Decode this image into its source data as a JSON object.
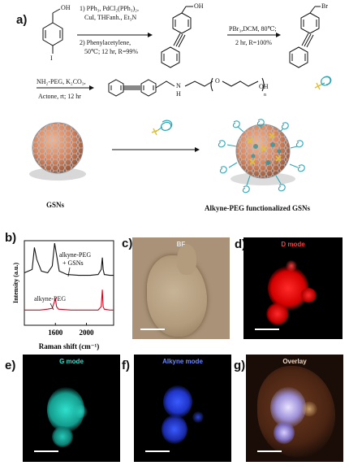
{
  "figure": {
    "panels": {
      "a": "a)",
      "b": "b)",
      "c": "c)",
      "d": "d)",
      "e": "e)",
      "f": "f)",
      "g": "g)"
    },
    "scheme": {
      "step1": [
        "1) PPh₃, PdCl₂(PPh₃)₂,",
        "CuI, THFanh., Et₃N",
        "2) Phenylacetylene,",
        "50℃; 12 hr, R=99%"
      ],
      "step2": [
        "PBr₃,DCM, 80℃;",
        "2 hr, R=100%"
      ],
      "step3": [
        "NH₂-PEG, K₂CO₃,",
        "Actone, rt; 12 hr"
      ],
      "atoms": {
        "oh1": "OH",
        "iodine": "I",
        "br": "Br",
        "n": "N",
        "h": "H",
        "o": "O",
        "oh2": "OH",
        "sub_n": "n"
      }
    },
    "nanoparticles": {
      "left_label": "GSNs",
      "right_label": "Alkyne-PEG functionalized GSNs"
    },
    "micrographs": {
      "c_title": "BF",
      "d_title": "D mode",
      "e_title": "G mode",
      "f_title": "Alkyne mode",
      "g_title": "Overlay"
    },
    "colors": {
      "gsn_core": "#d9865e",
      "gsn_shell": "#9aa2ad",
      "peg_coil": "#2aa6b3",
      "alkyne_star": "#e0c23a",
      "d_mode": "#ff1f1f",
      "g_mode": "#21c9b8",
      "alkyne_mode": "#2545ff",
      "black_trace": "#111111",
      "red_trace": "#e3001b"
    }
  },
  "chart_data": {
    "type": "line",
    "xlabel": "Raman shift (cm⁻¹)",
    "ylabel": "Intensity (a.u.)",
    "xticks": [
      "1600",
      "2000"
    ],
    "xlim": [
      1200,
      2350
    ],
    "annotations": [
      "alkyne-PEG\n+ GSNs",
      "alkyne-PEG"
    ],
    "series": [
      {
        "name": "alkyne-PEG + GSNs",
        "color": "#111111",
        "x": [
          1200,
          1300,
          1330,
          1360,
          1420,
          1500,
          1560,
          1590,
          1610,
          1650,
          1750,
          1900,
          2050,
          2150,
          2190,
          2205,
          2215,
          2230,
          2300,
          2350
        ],
        "y": [
          0.62,
          0.66,
          0.92,
          0.78,
          0.64,
          0.62,
          0.7,
          0.97,
          0.86,
          0.64,
          0.6,
          0.59,
          0.59,
          0.6,
          0.66,
          0.8,
          0.66,
          0.6,
          0.59,
          0.59
        ]
      },
      {
        "name": "alkyne-PEG",
        "color": "#e3001b",
        "x": [
          1200,
          1400,
          1500,
          1560,
          1580,
          1600,
          1615,
          1640,
          1800,
          2000,
          2150,
          2190,
          2205,
          2215,
          2230,
          2300,
          2350
        ],
        "y": [
          0.18,
          0.18,
          0.19,
          0.2,
          0.26,
          0.31,
          0.22,
          0.19,
          0.18,
          0.18,
          0.18,
          0.22,
          0.42,
          0.22,
          0.19,
          0.18,
          0.18
        ]
      }
    ]
  }
}
